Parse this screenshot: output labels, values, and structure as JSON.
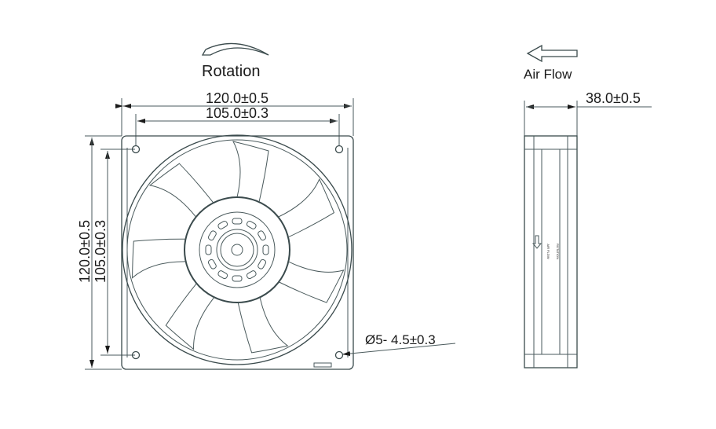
{
  "front_view": {
    "rotation_label": "Rotation",
    "width_outer": "120.0±0.5",
    "width_holes": "105.0±0.3",
    "height_outer": "120.0±0.5",
    "height_holes": "105.0±0.3",
    "hole_spec": "Ø5- 4.5±0.3",
    "blade_count": 7
  },
  "side_view": {
    "airflow_label": "Air Flow",
    "depth": "38.0±0.5",
    "label_airflow_small": "AIR FLOW",
    "label_rotation_small": "ROTATION"
  },
  "colors": {
    "line": "#3a4a4c",
    "text": "#1a1a1a"
  }
}
